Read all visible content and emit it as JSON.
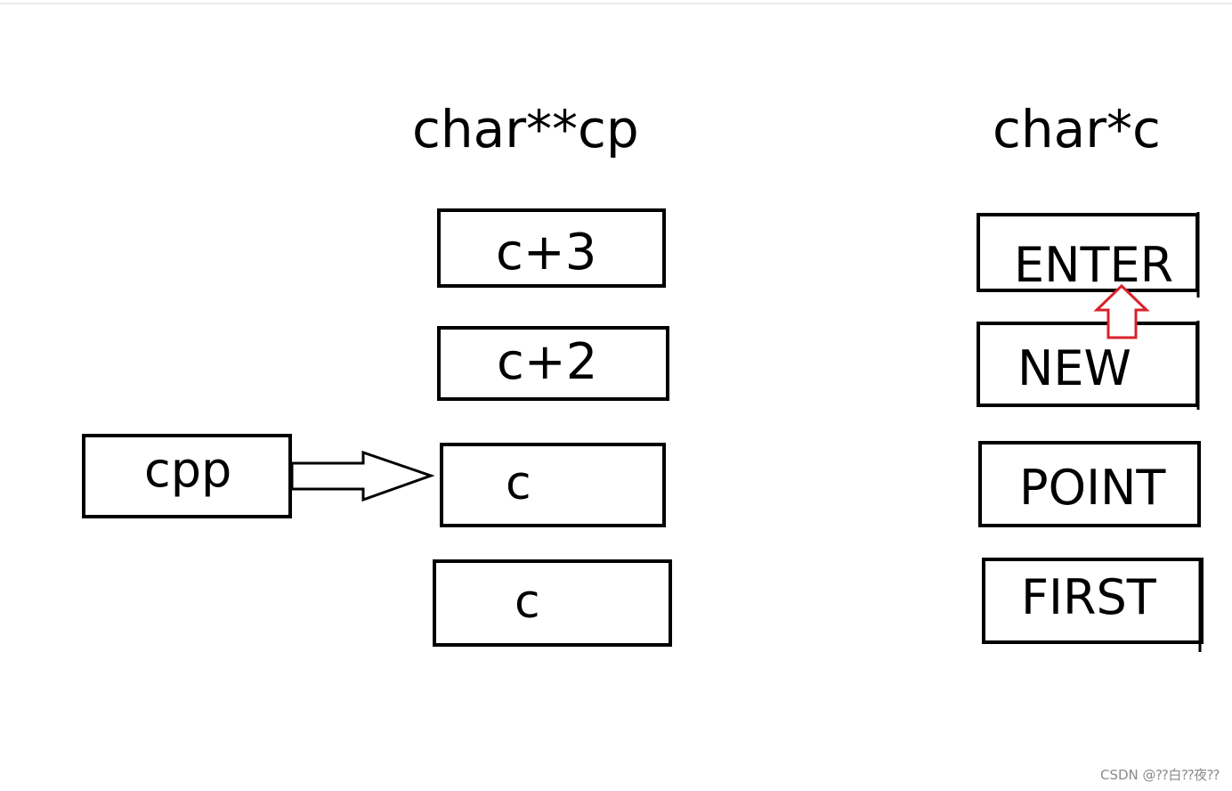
{
  "headings": {
    "left": "char**cp",
    "right": "char*c"
  },
  "cp_cells": [
    "c+3",
    "c+2",
    "c",
    "c"
  ],
  "c_cells": [
    "ENTER",
    "NEW",
    "POINT",
    "FIRST"
  ],
  "cpp_label": "cpp",
  "colors": {
    "stroke": "#000000",
    "pointer_arrow": "#d9222a"
  },
  "watermark": "CSDN @⁇白⁇夜⁇"
}
